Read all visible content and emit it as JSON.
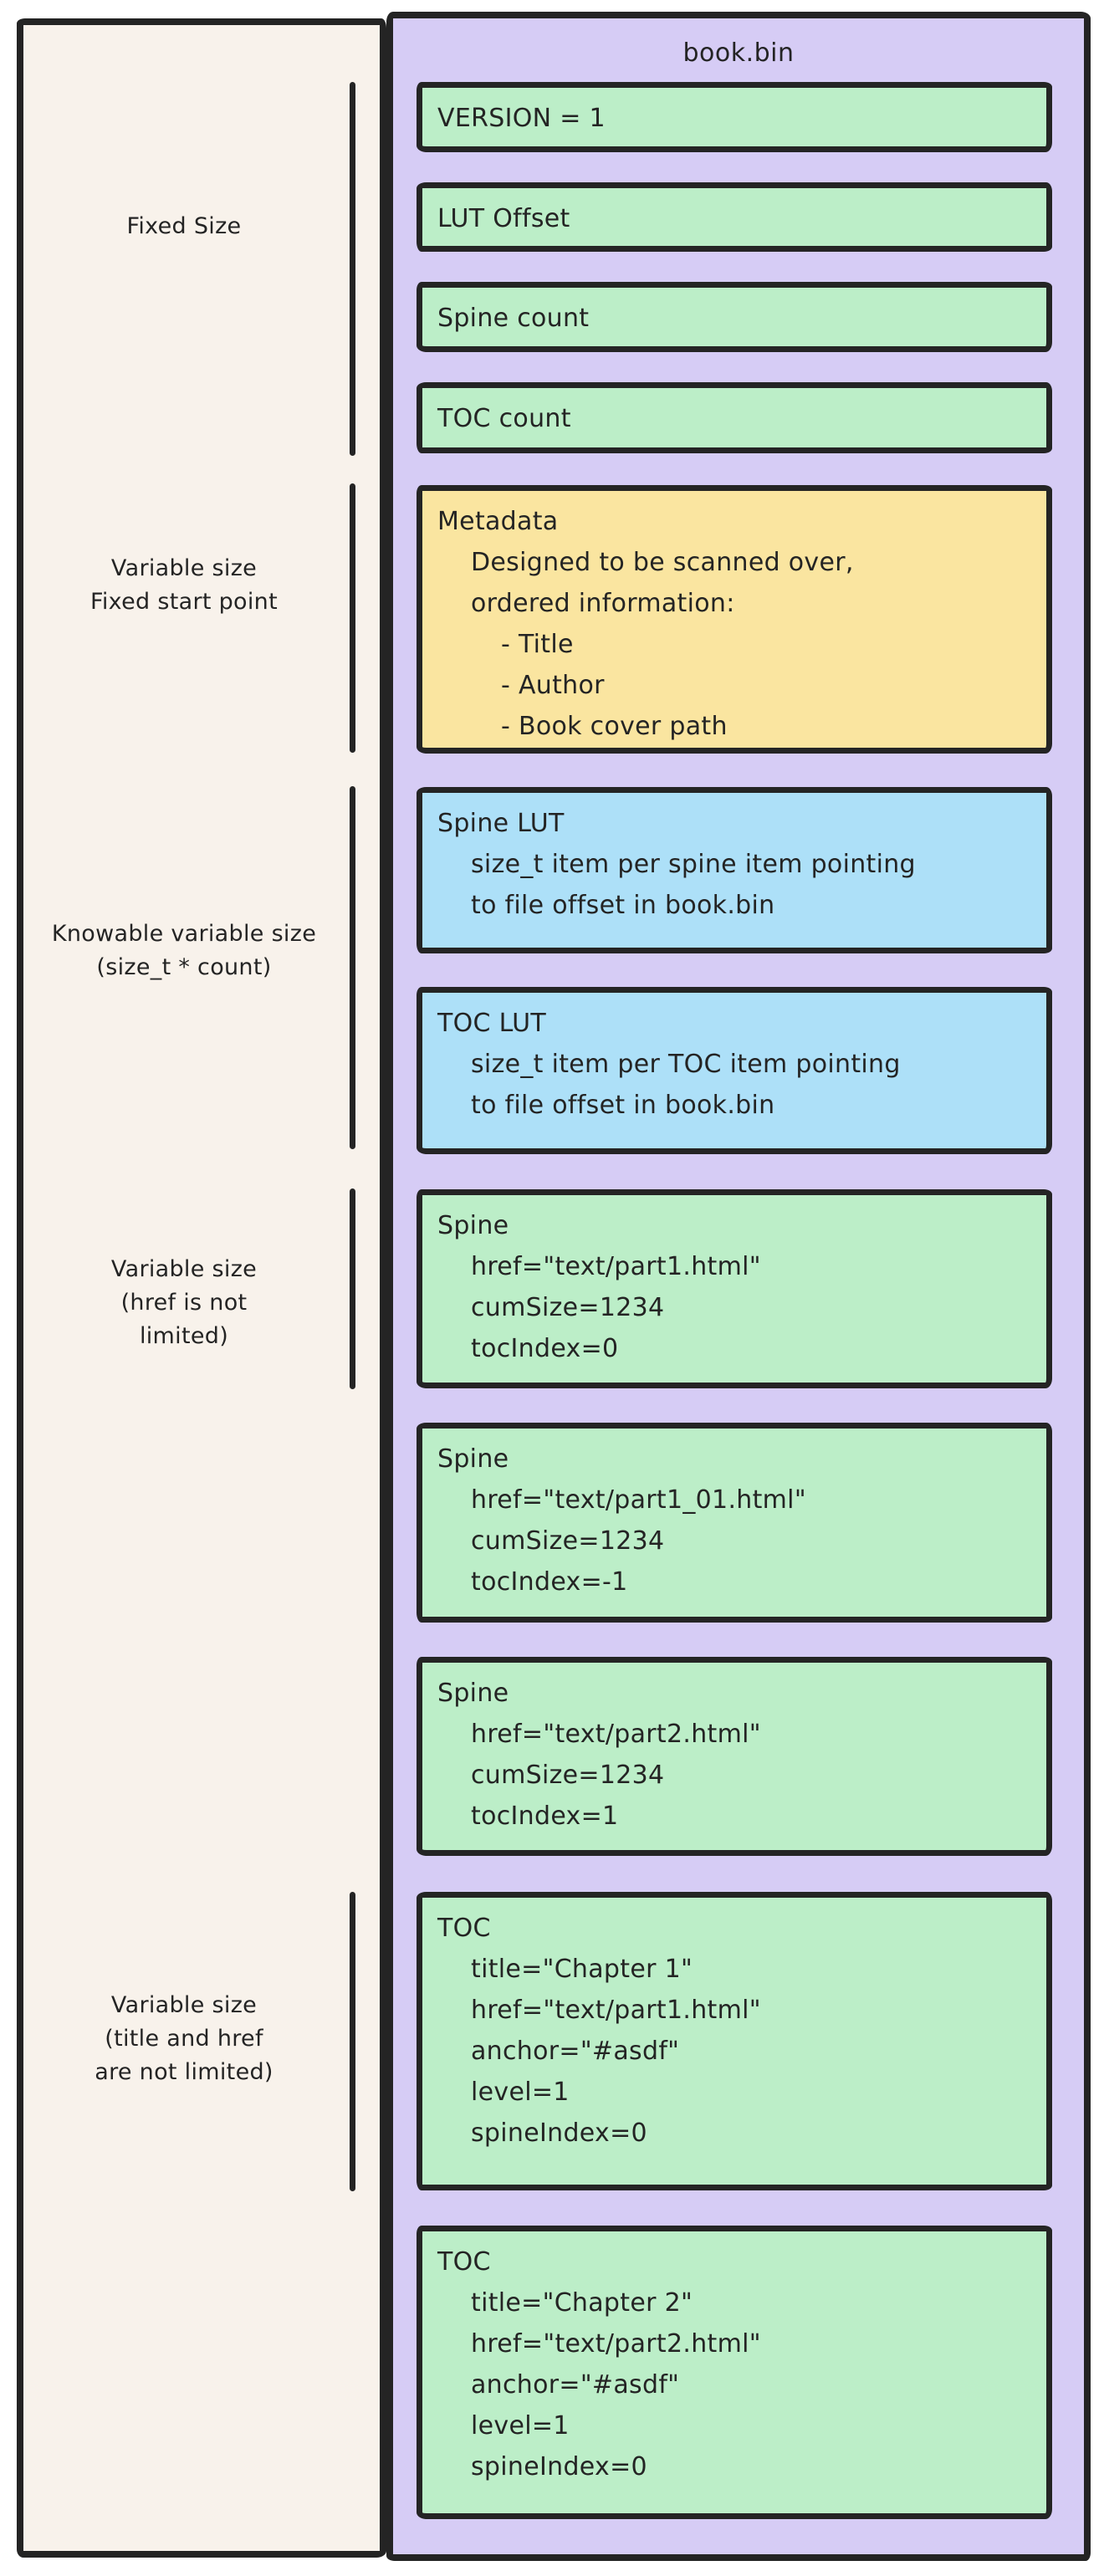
{
  "container": {
    "title": "book.bin"
  },
  "colors": {
    "page_bg": "#ffffff",
    "label_panel_bg": "#f8f2eb",
    "file_container_bg": "#d6ccf5",
    "stroke": "#242424",
    "fixed_field_bg": "#bceec8",
    "metadata_bg": "#fae5a0",
    "lut_bg": "#ade0f8"
  },
  "sections": [
    {
      "lines": [
        "Fixed Size"
      ]
    },
    {
      "lines": [
        "Variable size",
        "Fixed start point"
      ]
    },
    {
      "lines": [
        "Knowable variable size",
        "(size_t * count)"
      ]
    },
    {
      "lines": [
        "Variable size",
        "(href is not",
        "limited)"
      ]
    },
    {
      "lines": [
        "Variable size",
        "(title and href",
        "are not limited)"
      ]
    }
  ],
  "boxes": {
    "version": {
      "lines": [
        "VERSION = 1"
      ]
    },
    "lut_offset": {
      "lines": [
        "LUT Offset"
      ]
    },
    "spine_count": {
      "lines": [
        "Spine count"
      ]
    },
    "toc_count": {
      "lines": [
        "TOC count"
      ]
    },
    "metadata": {
      "lines": [
        "Metadata",
        "Designed to be scanned over,",
        "ordered information:",
        "- Title",
        "- Author",
        "- Book cover path"
      ]
    },
    "spine_lut": {
      "lines": [
        "Spine LUT",
        "size_t item per spine item pointing",
        "to file offset in book.bin"
      ]
    },
    "toc_lut": {
      "lines": [
        "TOC LUT",
        "size_t item per TOC item pointing",
        "to file offset in book.bin"
      ]
    },
    "spine_1": {
      "lines": [
        "Spine",
        "href=\"text/part1.html\"",
        "cumSize=1234",
        "tocIndex=0"
      ]
    },
    "spine_2": {
      "lines": [
        "Spine",
        "href=\"text/part1_01.html\"",
        "cumSize=1234",
        "tocIndex=-1"
      ]
    },
    "spine_3": {
      "lines": [
        "Spine",
        "href=\"text/part2.html\"",
        "cumSize=1234",
        "tocIndex=1"
      ]
    },
    "toc_1": {
      "lines": [
        "TOC",
        "title=\"Chapter 1\"",
        "href=\"text/part1.html\"",
        "anchor=\"#asdf\"",
        "level=1",
        "spineIndex=0"
      ]
    },
    "toc_2": {
      "lines": [
        "TOC",
        "title=\"Chapter 2\"",
        "href=\"text/part2.html\"",
        "anchor=\"#asdf\"",
        "level=1",
        "spineIndex=0"
      ]
    }
  }
}
